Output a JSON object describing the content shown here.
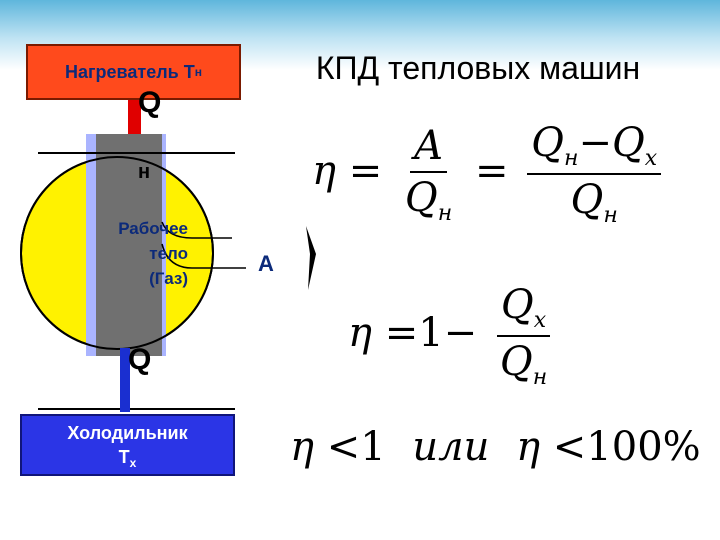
{
  "slide_title": "КПД тепловых машин",
  "heater": {
    "label": "Нагреватель Т",
    "sub": "н"
  },
  "cooler": {
    "label": "Холодильник",
    "sub_main": "Т",
    "sub": "х"
  },
  "working_body": {
    "line1": "Рабочее",
    "line2": "тело",
    "line3": "(Газ)"
  },
  "labels": {
    "q_hot": "Q",
    "q_hot_sub": "н",
    "q_cold": "Q",
    "work": "A"
  },
  "formulas": {
    "eta": "η",
    "equals": "=",
    "minus": "−",
    "one": "1",
    "work": "A",
    "q": "Q",
    "hot_sub": "н",
    "cold_sub": "x",
    "less_than": "<",
    "or_word": "или",
    "hundred_percent": "100%"
  },
  "colors": {
    "heater": "#ff4a1c",
    "cooler": "#2b35e6",
    "cylinder": "#fff200",
    "piston": "#707070",
    "piston_edge": "#8a8aff",
    "rod_hot": "#e00000",
    "rod_cold": "#1a2fd0"
  }
}
